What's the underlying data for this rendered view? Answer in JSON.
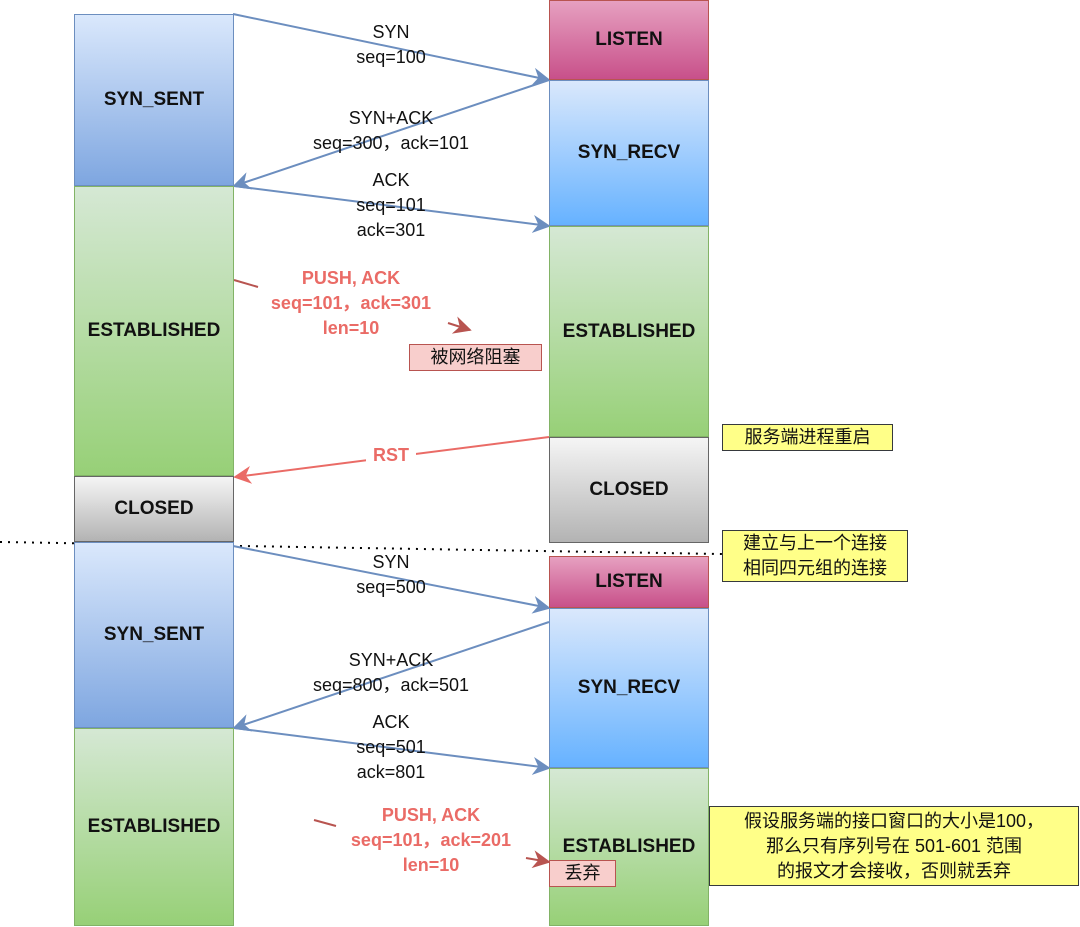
{
  "states": {
    "c_syn_sent_1": "SYN_SENT",
    "c_established_1": "ESTABLISHED",
    "c_closed": "CLOSED",
    "c_syn_sent_2": "SYN_SENT",
    "c_established_2": "ESTABLISHED",
    "s_listen_1": "LISTEN",
    "s_syn_recv_1": "SYN_RECV",
    "s_established_1": "ESTABLISHED",
    "s_closed": "CLOSED",
    "s_listen_2": "LISTEN",
    "s_syn_recv_2": "SYN_RECV",
    "s_established_2": "ESTABLISHED"
  },
  "messages": {
    "syn1": [
      "SYN",
      "seq=100"
    ],
    "synack1": [
      "SYN+ACK",
      "seq=300，ack=101"
    ],
    "ack1": [
      "ACK",
      "seq=101",
      "ack=301"
    ],
    "push1": [
      "PUSH, ACK",
      "seq=101，ack=301",
      "len=10"
    ],
    "rst": "RST",
    "syn2": [
      "SYN",
      "seq=500"
    ],
    "synack2": [
      "SYN+ACK",
      "seq=800，ack=501"
    ],
    "ack2": [
      "ACK",
      "seq=501",
      "ack=801"
    ],
    "push2": [
      "PUSH, ACK",
      "seq=101，ack=201",
      "len=10"
    ]
  },
  "notes": {
    "blocked": "被网络阻塞",
    "restart": "服务端进程重启",
    "new_conn": [
      "建立与上一个连接",
      "相同四元组的连接"
    ],
    "drop": "丢弃",
    "window": [
      "假设服务端的接口窗口的大小是100，",
      "那么只有序列号在 501-601 范围",
      "的报文才会接收，否则就丢弃"
    ]
  },
  "colors": {
    "arrow_blue": "#6c8ebf",
    "arrow_red": "#ea6b66",
    "note_yellow": "#ffff88",
    "note_red": "#f8cecc"
  }
}
